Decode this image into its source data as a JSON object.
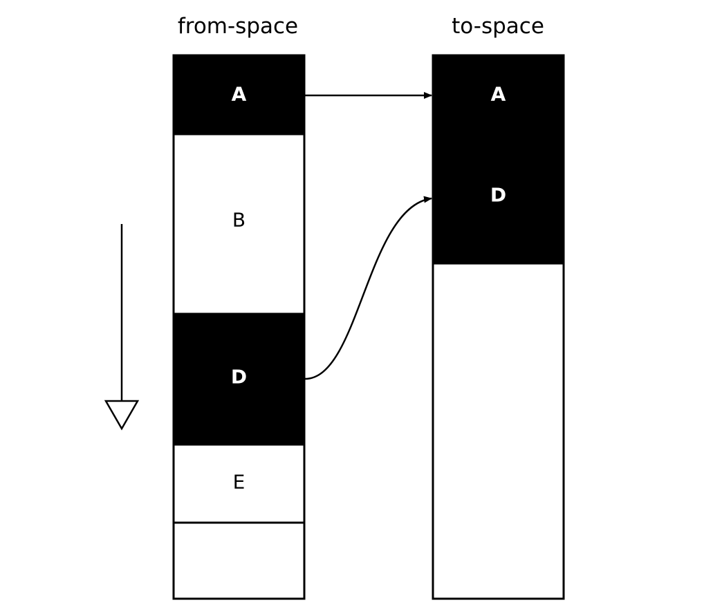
{
  "spaces": {
    "from": {
      "title": "from-space",
      "blocks": [
        {
          "id": "A",
          "label": "A",
          "live": true
        },
        {
          "id": "B",
          "label": "B",
          "live": false
        },
        {
          "id": "D",
          "label": "D",
          "live": true
        },
        {
          "id": "E",
          "label": "E",
          "live": false
        },
        {
          "id": "free",
          "label": "",
          "live": false
        }
      ]
    },
    "to": {
      "title": "to-space",
      "blocks": [
        {
          "id": "A",
          "label": "A",
          "live": true
        },
        {
          "id": "D",
          "label": "D",
          "live": true
        },
        {
          "id": "free",
          "label": "",
          "live": false
        }
      ]
    }
  },
  "copies": [
    {
      "from": "A",
      "to": "A"
    },
    {
      "from": "D",
      "to": "D"
    }
  ],
  "colors": {
    "live": "#000000",
    "dead": "#ffffff",
    "stroke": "#000000",
    "live_text": "#ffffff",
    "dead_text": "#000000"
  }
}
